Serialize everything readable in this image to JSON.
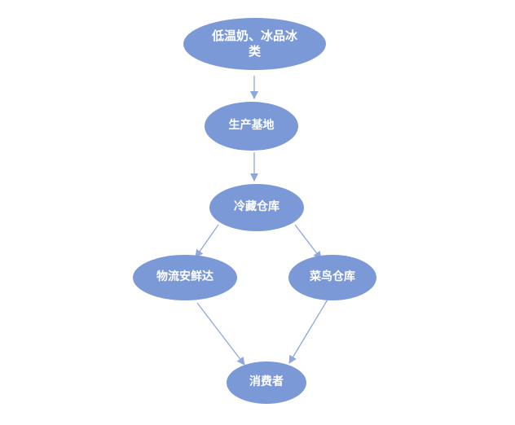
{
  "nodes": {
    "n1": "低温奶、冰品冰类",
    "n2": "生产基地",
    "n3": "冷藏仓库",
    "n4": "物流安鲜达",
    "n5": "菜鸟仓库",
    "n6": "消费者"
  },
  "edges": [
    {
      "from": "n1",
      "to": "n2"
    },
    {
      "from": "n2",
      "to": "n3"
    },
    {
      "from": "n3",
      "to": "n4"
    },
    {
      "from": "n3",
      "to": "n5"
    },
    {
      "from": "n4",
      "to": "n6"
    },
    {
      "from": "n5",
      "to": "n6"
    }
  ],
  "colors": {
    "node_fill": "#7b98d7",
    "edge": "#8fa8dc",
    "text": "#ffffff"
  }
}
